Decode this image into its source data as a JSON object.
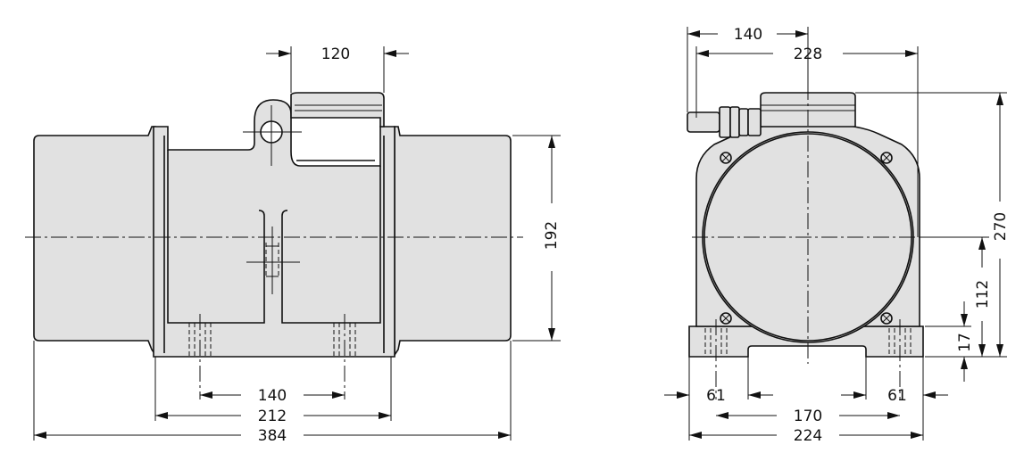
{
  "side_view": {
    "dims": {
      "top_width": "120",
      "height": "192",
      "foot_holes": "140",
      "foot_length": "212",
      "overall_length": "384"
    }
  },
  "end_view": {
    "dims": {
      "top_140": "140",
      "top_228": "228",
      "height": "270",
      "axis_height": "112",
      "foot_thickness": "17",
      "left_61": "61",
      "right_61": "61",
      "foot_span": "170",
      "overall_width": "224"
    }
  }
}
